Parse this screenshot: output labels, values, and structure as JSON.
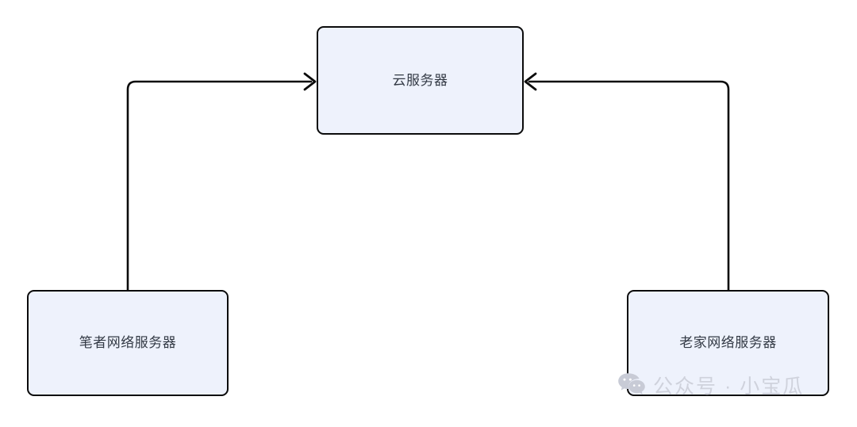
{
  "diagram": {
    "type": "flow-diagram",
    "background_color": "#ffffff",
    "node_fill_color": "#eef2fc",
    "node_border_color": "#0b0b0b",
    "label_color": "#333a45",
    "nodes": [
      {
        "id": "cloud-server",
        "label": "云服务器"
      },
      {
        "id": "author-server",
        "label": "笔者网络服务器"
      },
      {
        "id": "hometown-server",
        "label": "老家网络服务器"
      }
    ],
    "edges": [
      {
        "id": "author-to-cloud",
        "from": "author-server",
        "to": "cloud-server",
        "arrow": "to",
        "label": ""
      },
      {
        "id": "hometown-to-cloud",
        "from": "hometown-server",
        "to": "cloud-server",
        "arrow": "to",
        "label": ""
      }
    ]
  },
  "watermark": {
    "text": "公众号 · 小宝瓜",
    "icon": "wechat-icon",
    "color": "#cfd2dc"
  }
}
